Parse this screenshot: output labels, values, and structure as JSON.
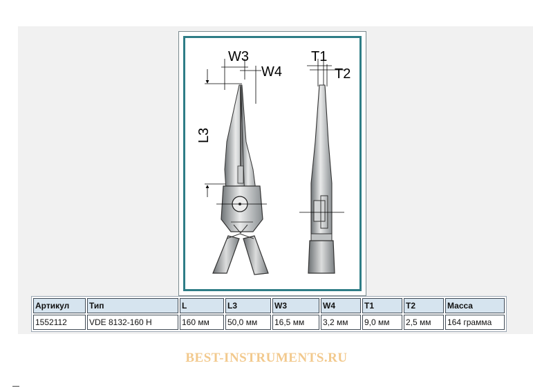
{
  "drawing": {
    "labels": {
      "w3": "W3",
      "w4": "W4",
      "l3": "L3",
      "t1": "T1",
      "t2": "T2"
    }
  },
  "table": {
    "headers": [
      "Артикул",
      "Тип",
      "L",
      "L3",
      "W3",
      "W4",
      "T1",
      "T2",
      "Масса"
    ],
    "rows": [
      [
        "1552112",
        "VDE 8132-160 H",
        "160 мм",
        "50,0 мм",
        "16,5 мм",
        "3,2 мм",
        "9,0 мм",
        "2,5 мм",
        "164 грамма"
      ]
    ]
  },
  "watermark": "BEST-INSTRUMENTS.RU",
  "colors": {
    "frame_accent": "#2e7d86",
    "header_bg": "#d6e4ef",
    "watermark": "#f2c98d"
  }
}
